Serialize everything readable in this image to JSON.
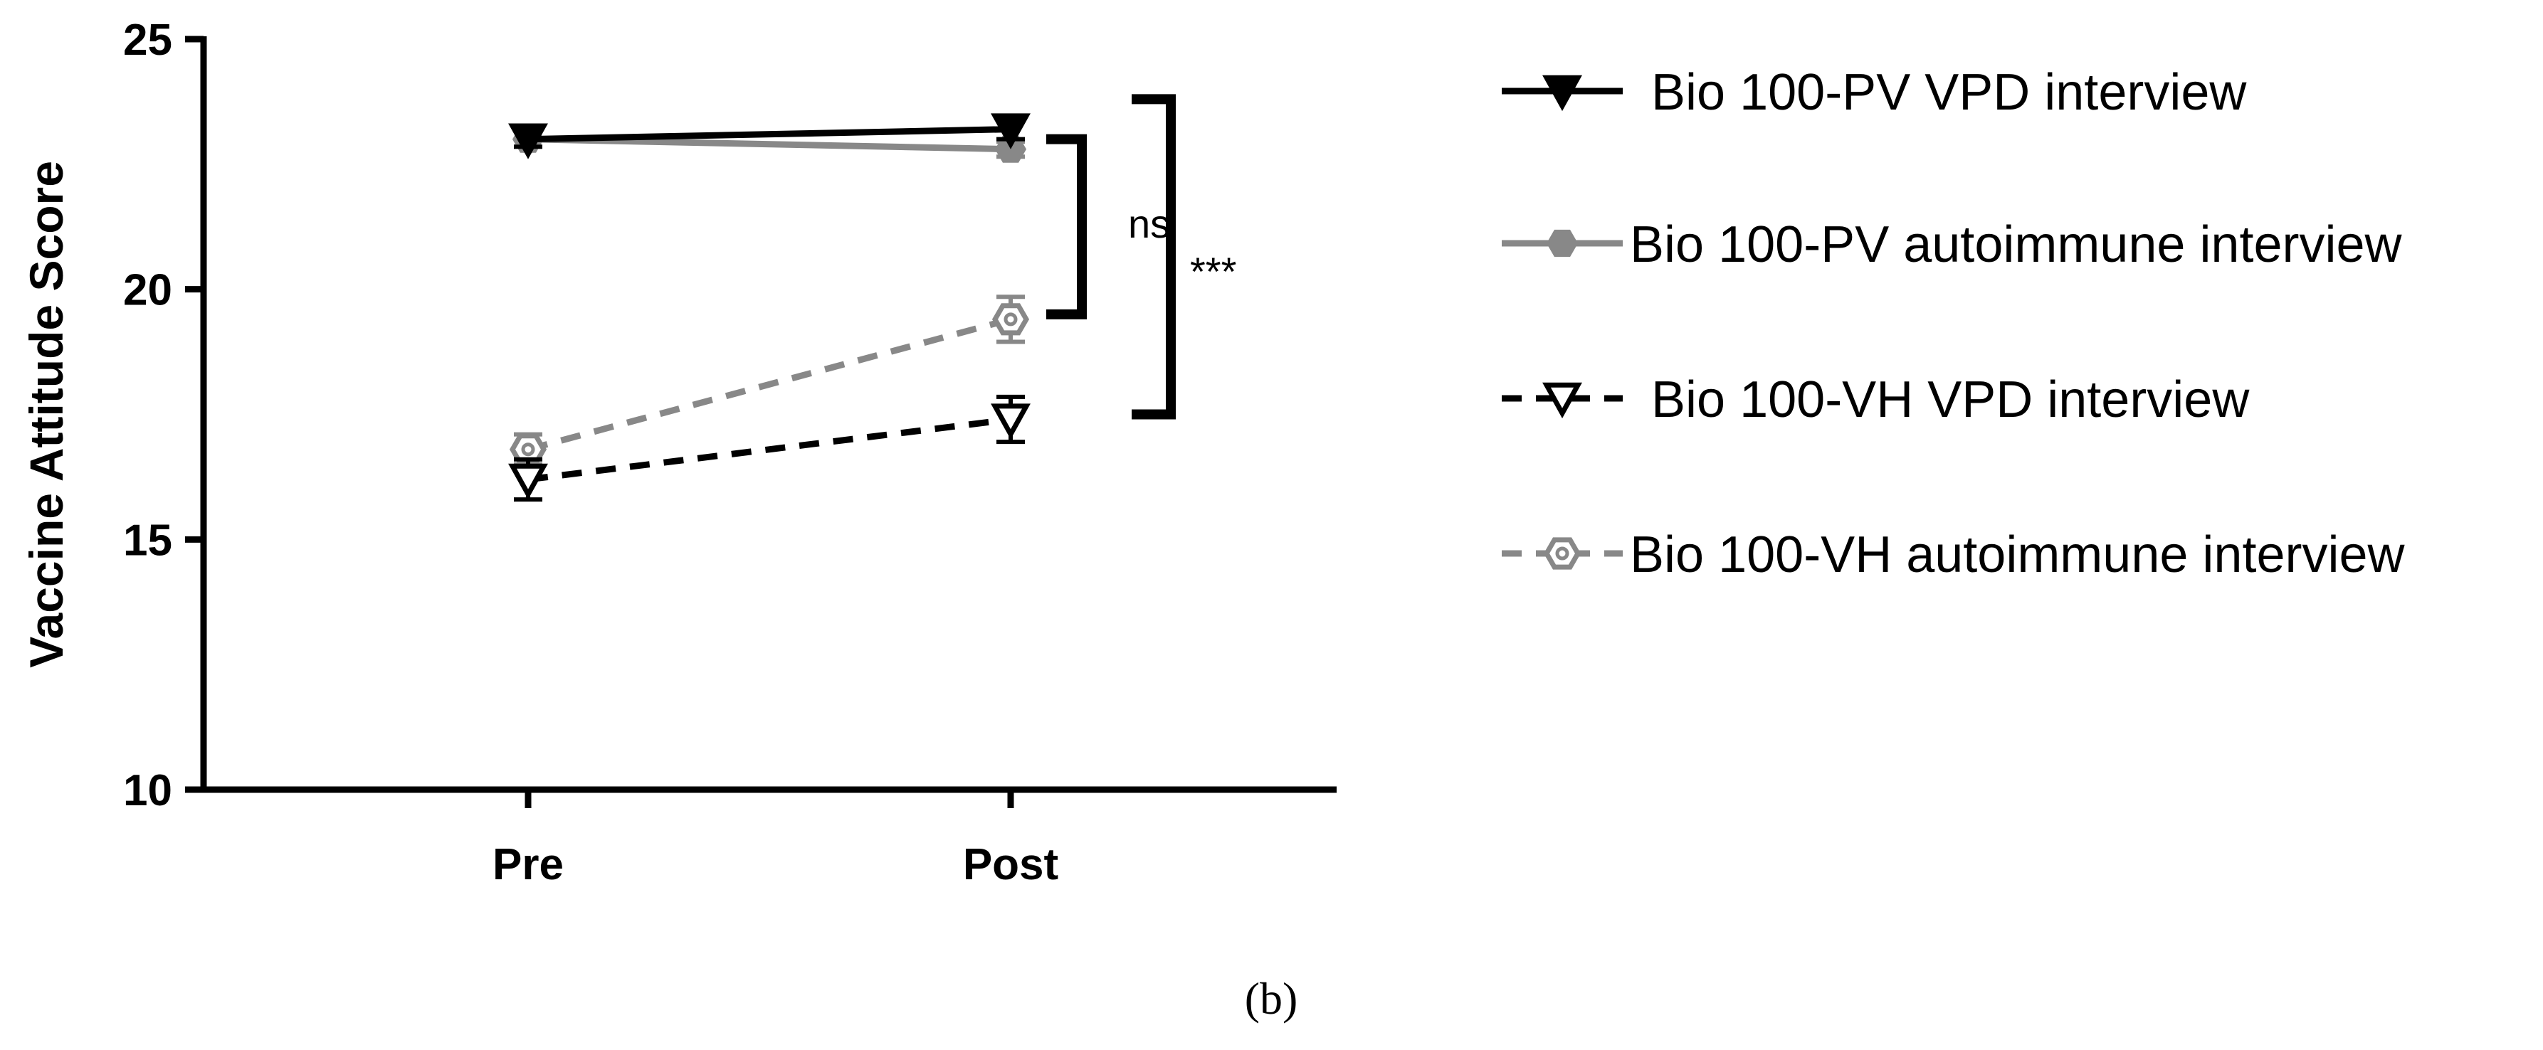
{
  "chart_data": {
    "type": "line",
    "ylabel": "Vaccine Attitude Score",
    "xlabel": "",
    "categories": [
      "Pre",
      "Post"
    ],
    "ylim": [
      10,
      25
    ],
    "yticks": [
      10,
      15,
      20,
      25
    ],
    "grid": false,
    "legend_position": "right",
    "series": [
      {
        "name": "Bio 100-PV VPD interview",
        "values": [
          23.0,
          23.2
        ],
        "errors": [
          0.15,
          0.2
        ],
        "color": "#000000",
        "line_style": "solid",
        "marker": "triangle-down-filled"
      },
      {
        "name": "Bio 100-PV autoimmune interview",
        "values": [
          23.0,
          22.8
        ],
        "errors": [
          0.15,
          0.15
        ],
        "color": "#888888",
        "line_style": "solid",
        "marker": "hexagon-filled"
      },
      {
        "name": "Bio 100-VH VPD interview",
        "values": [
          16.2,
          17.4
        ],
        "errors": [
          0.4,
          0.45
        ],
        "color": "#000000",
        "line_style": "dashed",
        "marker": "triangle-down-open"
      },
      {
        "name": "Bio 100-VH autoimmune interview",
        "values": [
          16.8,
          19.4
        ],
        "errors": [
          0.3,
          0.45
        ],
        "color": "#888888",
        "line_style": "dashed",
        "marker": "hexagon-open"
      }
    ],
    "annotations": [
      {
        "text": "ns",
        "y_range": [
          19.5,
          23.0
        ]
      },
      {
        "text": "***",
        "y_range": [
          17.5,
          23.8
        ]
      }
    ],
    "panel_label": "(b)"
  }
}
